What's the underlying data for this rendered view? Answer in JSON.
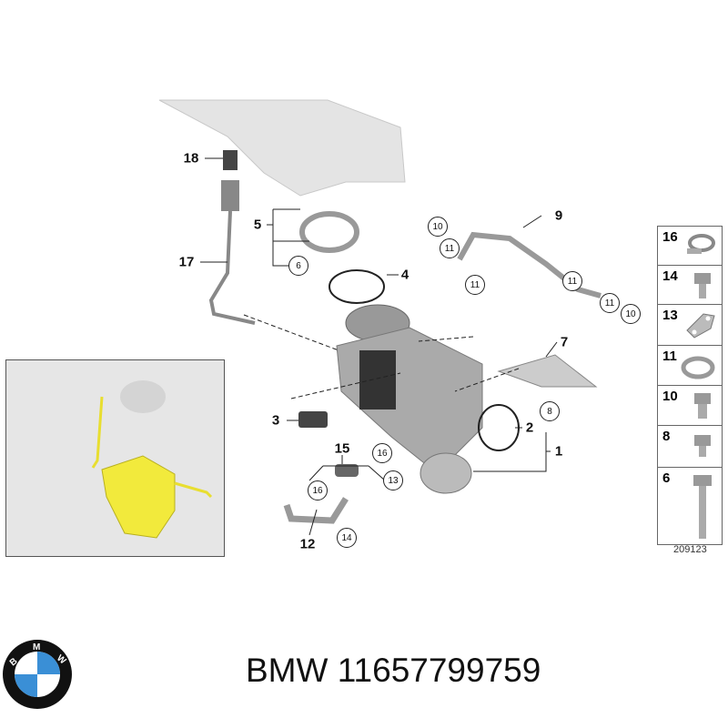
{
  "diagram": {
    "callouts": {
      "c18": "18",
      "c17": "17",
      "c5": "5",
      "c6": "6",
      "c4": "4",
      "c9": "9",
      "c7": "7",
      "c2": "2",
      "c1": "1",
      "c3": "3",
      "c15": "15",
      "c12": "12"
    },
    "circled": {
      "a": "10",
      "b": "11",
      "c": "11",
      "d": "11",
      "e": "11",
      "f": "10",
      "g": "8",
      "h": "16",
      "i": "13",
      "j": "16",
      "k": "14",
      "l": "6"
    },
    "drawing_code": "209123"
  },
  "legend": [
    "16",
    "14",
    "13",
    "11",
    "10",
    "8",
    "6"
  ],
  "caption": {
    "part_number": "BMW 11657799759"
  },
  "logo": {
    "text": "BMW",
    "colors": {
      "blue": "#3a8fd6",
      "ring": "#111111"
    }
  }
}
